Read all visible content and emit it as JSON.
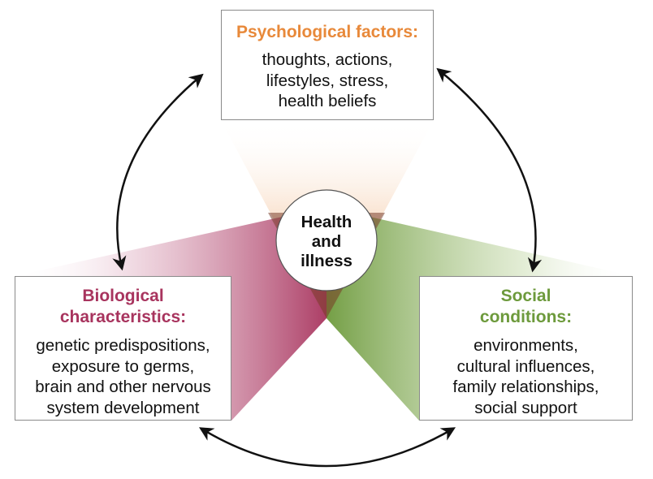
{
  "center": {
    "lines": [
      "Health",
      "and",
      "illness"
    ]
  },
  "psychological": {
    "title": "Psychological factors:",
    "lines": [
      "thoughts, actions,",
      "lifestyles, stress,",
      "health beliefs"
    ]
  },
  "biological": {
    "title_lines": [
      "Biological",
      "characteristics:"
    ],
    "lines": [
      "genetic predispositions,",
      "exposure to germs,",
      "brain and other nervous",
      "system development"
    ]
  },
  "social": {
    "title_lines": [
      "Social",
      "conditions:"
    ],
    "lines": [
      "environments,",
      "cultural influences,",
      "family relationships,",
      "social support"
    ]
  },
  "colors": {
    "psychological": "#e8893a",
    "biological": "#a8345e",
    "social": "#6d9a3c",
    "center_overlap": "#7a3f2e",
    "arrow": "#111111",
    "box_border": "#8a8a8a"
  }
}
